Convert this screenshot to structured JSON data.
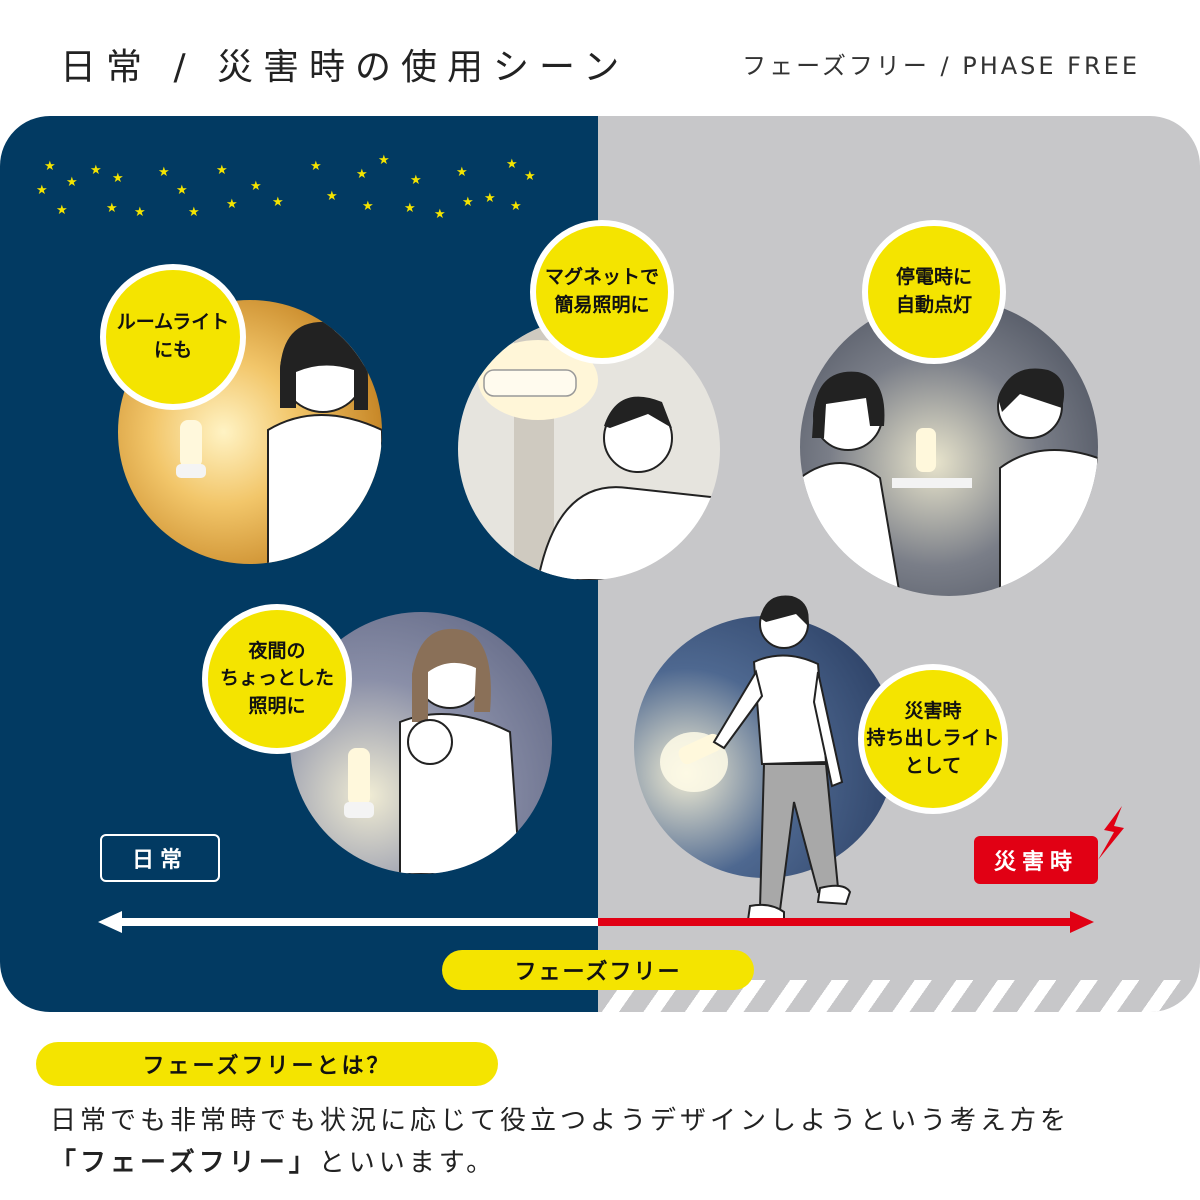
{
  "header": {
    "title": "日常 / 災害時の使用シーン",
    "subtitle": "フェーズフリー / PHASE FREE"
  },
  "scenes": {
    "room_light": "ルームライト\nにも",
    "magnet": "マグネットで\n簡易照明に",
    "blackout": "停電時に\n自動点灯",
    "night": "夜間の\nちょっとした\n照明に",
    "carry": "災害時\n持ち出しライト\nとして"
  },
  "tags": {
    "daily": "日常",
    "disaster": "災害時",
    "phase_free": "フェーズフリー"
  },
  "footer": {
    "heading": "フェーズフリーとは？",
    "line1": "日常でも非常時でも状況に応じて役立つようデザインしようという考え方を",
    "line2_bold": "「フェーズフリー」",
    "line2_rest": "といいます。"
  },
  "colors": {
    "navy": "#023a62",
    "gray": "#c7c7c9",
    "yellow": "#f4e400",
    "red": "#e10014"
  }
}
